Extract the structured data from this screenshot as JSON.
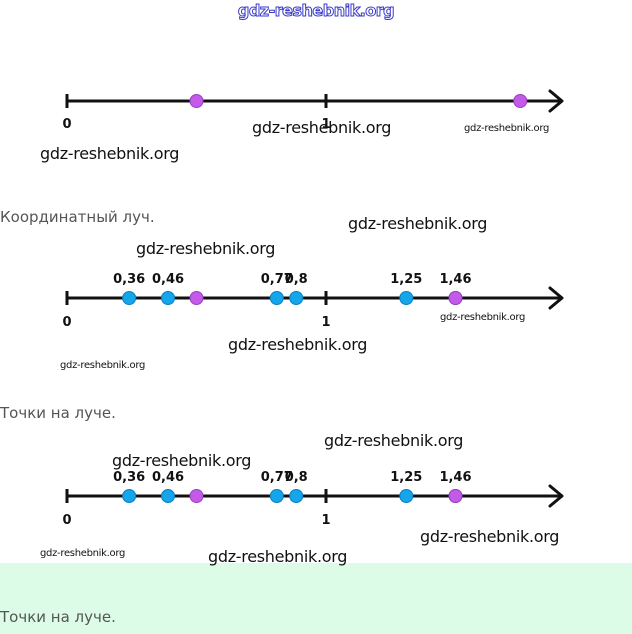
{
  "watermarks": {
    "header": "gdz-reshebnik.org",
    "w1": "gdz-reshebnik.org",
    "w2": "gdz-reshebnik.org",
    "w3": "gdz-reshebnik.org",
    "w4": "gdz-reshebnik.org",
    "w5": "gdz-reshebnik.org",
    "w6": "gdz-reshebnik.org",
    "w7": "gdz-reshebnik.org",
    "w8": "gdz-reshebnik.org",
    "w9": "gdz-reshebnik.org",
    "w10": "gdz-reshebnik.org",
    "w11": "gdz-reshebnik.org",
    "w12": "gdz-reshebnik.org",
    "w13": "gdz-reshebnik.org"
  },
  "captions": {
    "figure1": "Координатный луч.",
    "figure2": "Точки на луче.",
    "figure3": "Точки на луче."
  },
  "colors": {
    "axis": "#111111",
    "blue_point": "#14a5ea",
    "purple_point": "#c45be8",
    "band": "#dcfce7"
  },
  "rays": [
    {
      "origin_label": "0",
      "unit_label": "1",
      "purple_points": [
        0.5,
        1.75
      ],
      "blue_points": []
    },
    {
      "origin_label": "0",
      "unit_label": "1",
      "purple_points": [
        0.5,
        1.5
      ],
      "blue_points": [
        {
          "value": 0.24,
          "label": "0,36"
        },
        {
          "value": 0.39,
          "label": "0,46"
        },
        {
          "value": 0.81,
          "label": "0,77"
        },
        {
          "value": 0.885,
          "label": "0,8"
        },
        {
          "value": 1.31,
          "label": "1,25"
        },
        {
          "value": 1.5,
          "label": "1,46"
        }
      ]
    },
    {
      "origin_label": "0",
      "unit_label": "1",
      "purple_points": [
        0.5,
        1.5
      ],
      "blue_points": [
        {
          "value": 0.24,
          "label": "0,36"
        },
        {
          "value": 0.39,
          "label": "0,46"
        },
        {
          "value": 0.81,
          "label": "0,77"
        },
        {
          "value": 0.885,
          "label": "0,8"
        },
        {
          "value": 1.31,
          "label": "1,25"
        },
        {
          "value": 1.5,
          "label": "1,46"
        }
      ]
    }
  ]
}
